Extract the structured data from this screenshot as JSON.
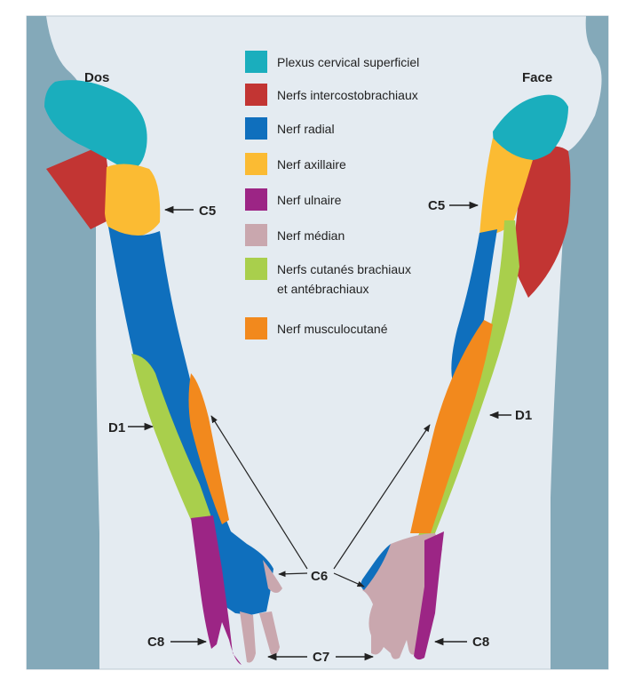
{
  "views": {
    "back": "Dos",
    "front": "Face"
  },
  "legend": [
    {
      "label": "Plexus cervical superficiel",
      "color": "#1aaebd",
      "icon": "color-swatch"
    },
    {
      "label": "Nerfs intercostobrachiaux",
      "color": "#c23533",
      "icon": "color-swatch"
    },
    {
      "label": "Nerf radial",
      "color": "#0f6fbd",
      "icon": "color-swatch"
    },
    {
      "label": "Nerf axillaire",
      "color": "#fbbb33",
      "icon": "color-swatch"
    },
    {
      "label": "Nerf ulnaire",
      "color": "#9c2585",
      "icon": "color-swatch"
    },
    {
      "label": "Nerf médian",
      "color": "#c9a7ae",
      "icon": "color-swatch"
    },
    {
      "label": "Nerfs cutanés brachiaux",
      "label2": "et antébrachiaux",
      "color": "#a9cf4c",
      "icon": "color-swatch"
    },
    {
      "label": "Nerf musculocutané",
      "color": "#f2891d",
      "icon": "color-swatch"
    }
  ],
  "dermatomes": {
    "c5_left": "C5",
    "c5_right": "C5",
    "d1_left": "D1",
    "d1_right": "D1",
    "c6": "C6",
    "c7": "C7",
    "c8_left": "C8",
    "c8_right": "C8"
  },
  "colors": {
    "background": "#e4ebf1",
    "body": "#84a9b9",
    "frame": "#bcc9d3"
  }
}
